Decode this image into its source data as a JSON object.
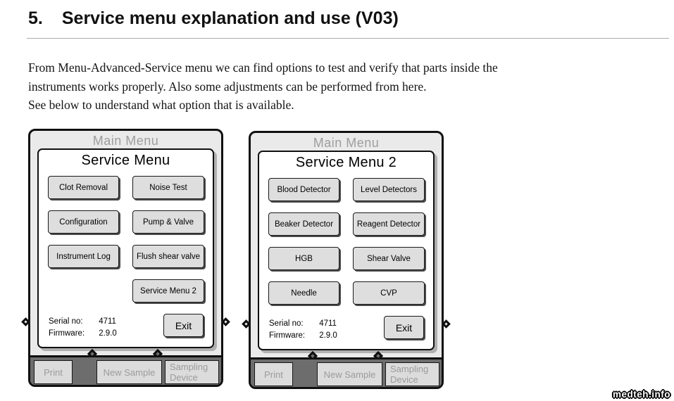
{
  "document": {
    "heading": {
      "number": "5.",
      "title": "Service menu explanation and use (V03)"
    },
    "body_lines": [
      "From Menu-Advanced-Service menu we can find options to test and verify that parts inside the",
      "instruments works properly. Also some adjustments can be performed from here.",
      "See below to understand what option that is available."
    ],
    "watermark": "medteh.info"
  },
  "screens": [
    {
      "header": "Main Menu",
      "title": "Service Menu",
      "buttons": [
        "Clot Removal",
        "Noise Test",
        "Configuration",
        "Pump & Valve",
        "Instrument Log",
        "Flush shear valve",
        "Service Menu 2"
      ],
      "info": {
        "serial_label": "Serial no:",
        "serial_value": "4711",
        "firmware_label": "Firmware:",
        "firmware_value": "2.9.0"
      },
      "exit_label": "Exit",
      "bottom_bar": [
        "Print",
        "New Sample",
        "Sampling Device"
      ]
    },
    {
      "header": "Main Menu",
      "title": "Service Menu 2",
      "buttons": [
        "Blood Detector",
        "Level Detectors",
        "Beaker Detector",
        "Reagent Detector",
        "HGB",
        "Shear Valve",
        "Needle",
        "CVP"
      ],
      "info": {
        "serial_label": "Serial no:",
        "serial_value": "4711",
        "firmware_label": "Firmware:",
        "firmware_value": "2.9.0"
      },
      "exit_label": "Exit",
      "bottom_bar": [
        "Print",
        "New Sample",
        "Sampling Device"
      ]
    }
  ],
  "colors": {
    "frame_bg": "#eaeaea",
    "frame_border": "#101010",
    "panel_bg": "#ffffff",
    "button_bg": "#dedede",
    "bottombar_bg": "#6d6d6d",
    "disabled_text": "#9b9b9b",
    "header_text": "#9d9d9d"
  }
}
